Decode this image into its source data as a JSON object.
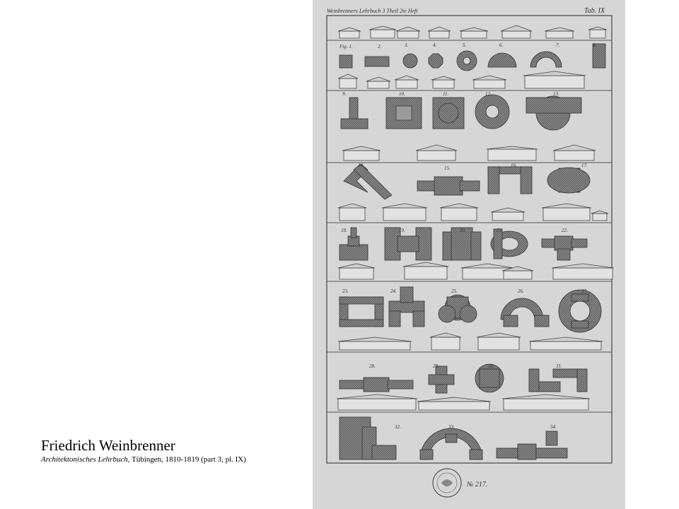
{
  "caption": {
    "title": "Friedrich Weinbrenner",
    "book_title": "Architektonisches Lehrbuch,",
    "book_details": " Tübingen, 1810-1819 (part 3, pl. IX)"
  },
  "plate": {
    "header_left": "Weinbrenners Lehrbuch 3 Theil 2te Heft",
    "header_right": "Tab. IX",
    "fig_labels": [
      "Fig. 1.",
      "2.",
      "3.",
      "4.",
      "5.",
      "6.",
      "7.",
      "8.",
      "9.",
      "10.",
      "11.",
      "12.",
      "13.",
      "14.",
      "15.",
      "16.",
      "17.",
      "18.",
      "19.",
      "20.",
      "21.",
      "22.",
      "23.",
      "24.",
      "25.",
      "26.",
      "27.",
      "28.",
      "29.",
      "30.",
      "31.",
      "32.",
      "33.",
      "34."
    ],
    "stamp_number": "№ 217.",
    "colors": {
      "paper": "#d6d6d6",
      "ink": "#333333",
      "hatch": "#6a6a6a"
    }
  }
}
